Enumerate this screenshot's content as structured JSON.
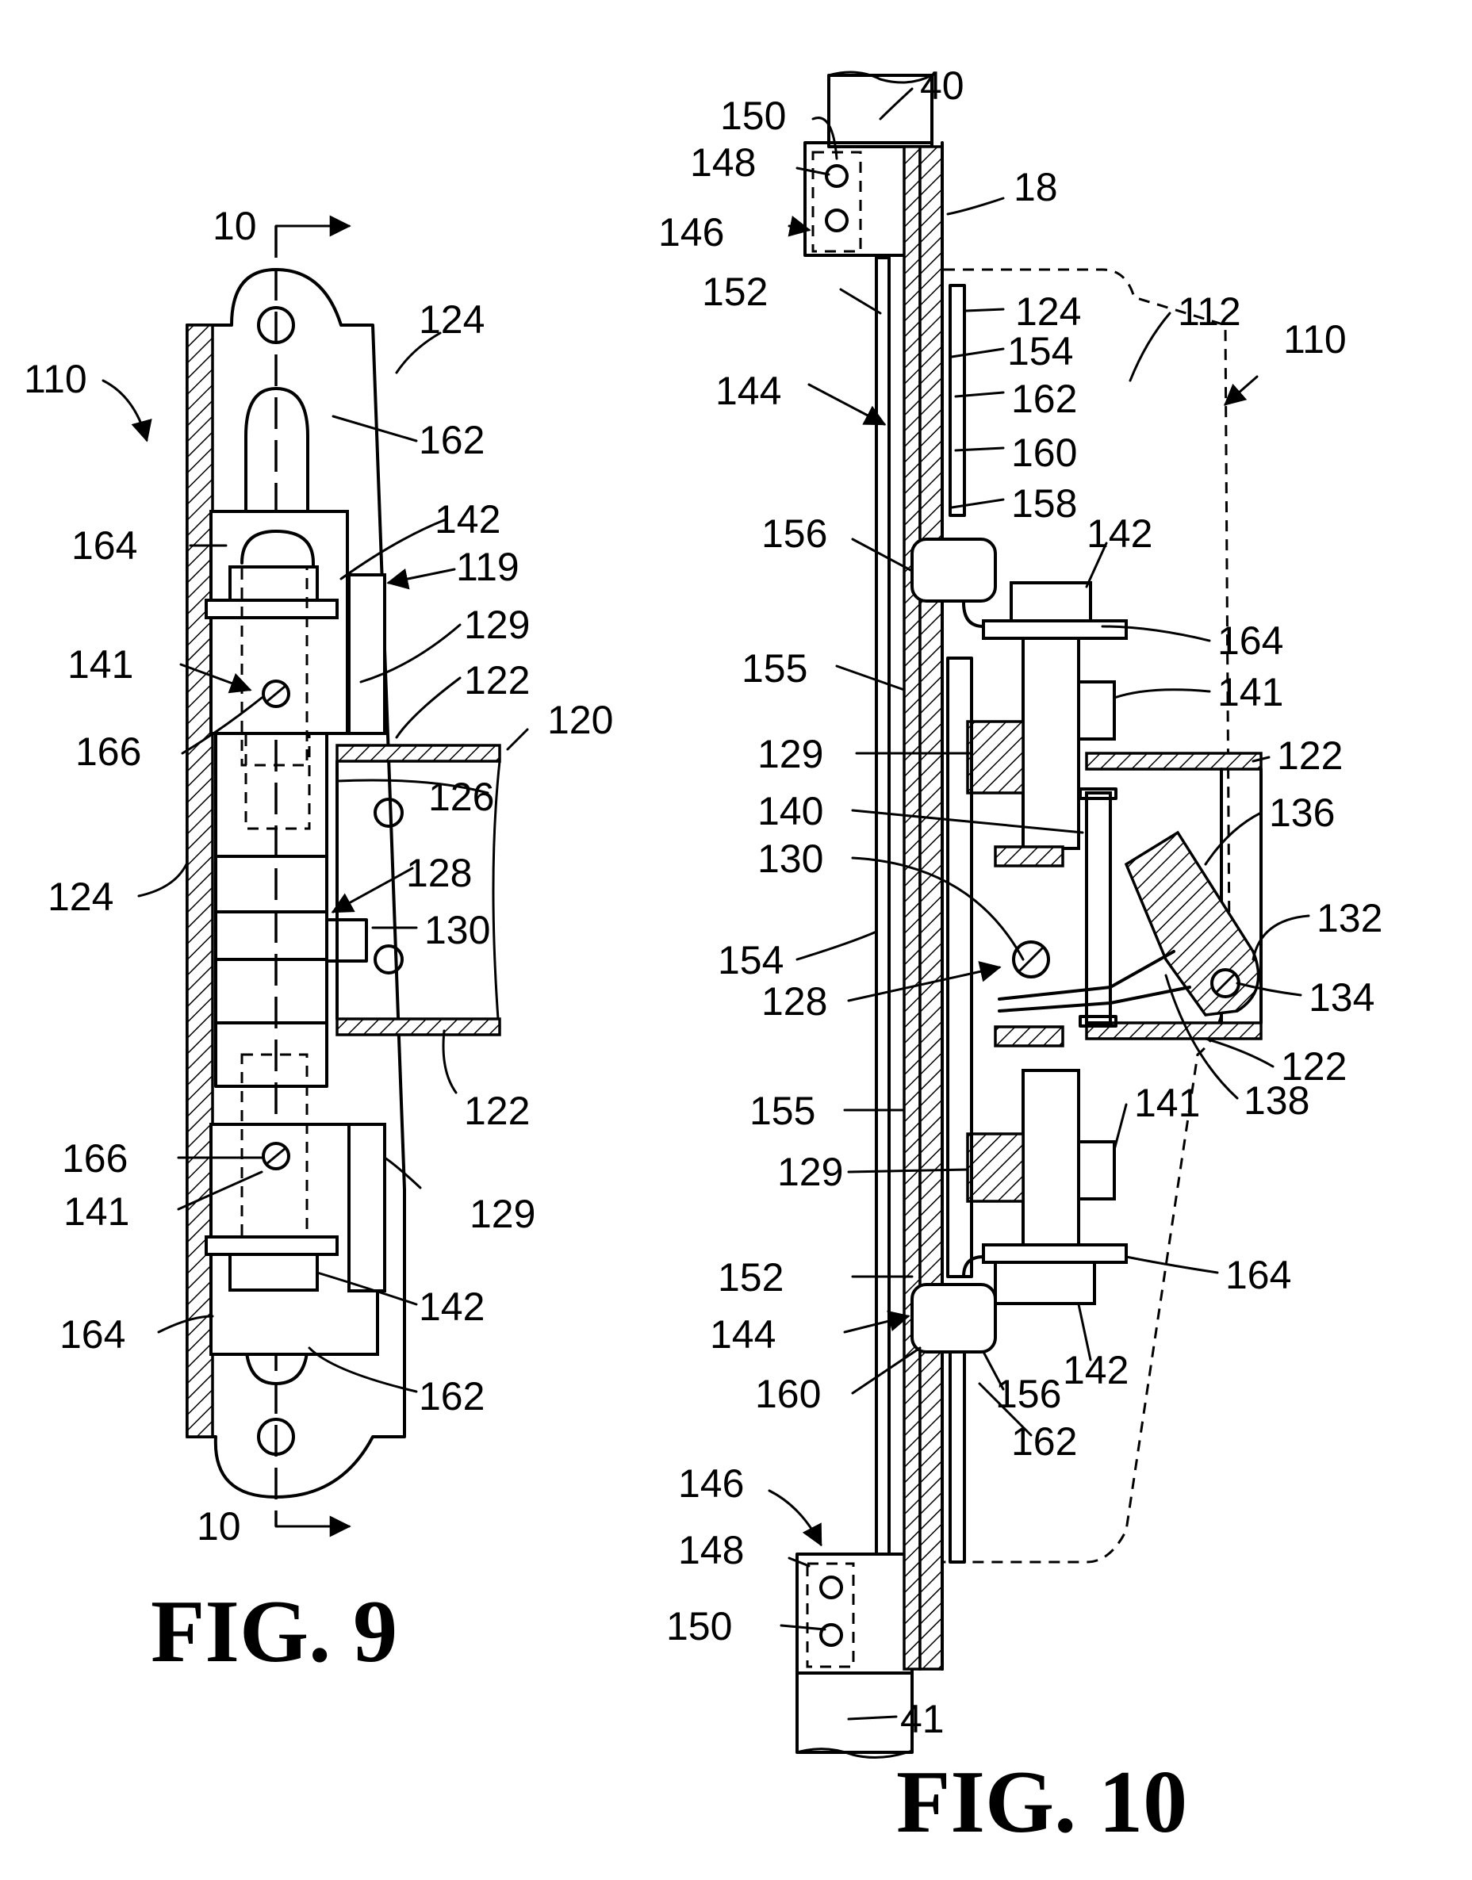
{
  "figures": [
    {
      "title": "FIG. 9"
    },
    {
      "title": "FIG. 10"
    }
  ],
  "fig9_labels": {
    "section_top": "10",
    "section_bottom": "10",
    "assembly": "110",
    "l124a": "124",
    "l162a": "162",
    "l164a": "164",
    "l142a": "142",
    "l119": "119",
    "l129a": "129",
    "l141a": "141",
    "l122a": "122",
    "l120": "120",
    "l166a": "166",
    "l126": "126",
    "l124b": "124",
    "l128": "128",
    "l130": "130",
    "l122b": "122",
    "l166b": "166",
    "l141b": "141",
    "l129b": "129",
    "l142b": "142",
    "l164b": "164",
    "l162b": "162"
  },
  "fig10_labels": {
    "l40": "40",
    "l150a": "150",
    "l148a": "148",
    "l146a": "146",
    "l18": "18",
    "l152a": "152",
    "l124": "124",
    "l112": "112",
    "l110": "110",
    "l154a": "154",
    "l144a": "144",
    "l162a": "162",
    "l160a": "160",
    "l158": "158",
    "l156a": "156",
    "l142a": "142",
    "l164a": "164",
    "l155a": "155",
    "l141a": "141",
    "l129a": "129",
    "l122a": "122",
    "l140": "140",
    "l136": "136",
    "l130": "130",
    "l132": "132",
    "l154b": "154",
    "l134": "134",
    "l128": "128",
    "l122b": "122",
    "l155b": "155",
    "l138": "138",
    "l141b": "141",
    "l129b": "129",
    "l152b": "152",
    "l164b": "164",
    "l144b": "144",
    "l142b": "142",
    "l160b": "160",
    "l156b": "156",
    "l162b": "162",
    "l146b": "146",
    "l148b": "148",
    "l150b": "150",
    "l41": "41"
  }
}
